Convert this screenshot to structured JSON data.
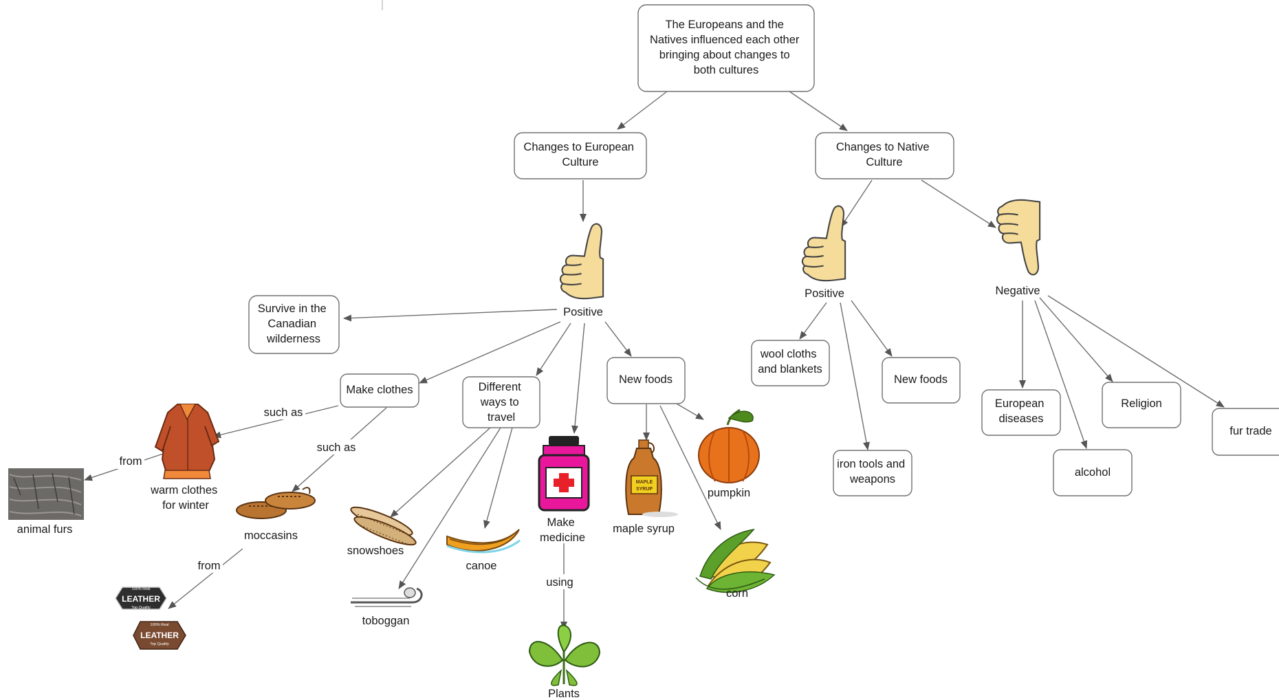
{
  "colors": {
    "box_border": "#707070",
    "line": "#6e6e6e",
    "text": "#1a1a1a",
    "thumb_fill": "#f6dc9a",
    "thumb_stroke": "#444444",
    "coat": "#c0502a",
    "pumpkin": "#e8721c",
    "syrup": "#c9782c",
    "medicine": "#e8179b",
    "canoe": "#f0a020",
    "plant": "#7fbf3a",
    "corn": "#f2d24a",
    "fur": "#6c6a66",
    "leather_dark": "#2e2e2e",
    "leather_brown": "#7a4a30"
  },
  "nodes": {
    "root": [
      "The Europeans and the",
      "Natives influenced each other",
      "bringing about changes to",
      "both cultures"
    ],
    "changes_european": [
      "Changes to European",
      "Culture"
    ],
    "changes_native": [
      "Changes to Native",
      "Culture"
    ],
    "survive": [
      "Survive in the",
      "Canadian",
      "wilderness"
    ],
    "make_clothes": [
      "Make clothes"
    ],
    "different_ways": [
      "Different",
      "ways to",
      "travel"
    ],
    "new_foods_eu": [
      "New foods"
    ],
    "wool": [
      "wool cloths",
      "and blankets"
    ],
    "new_foods_na": [
      "New foods"
    ],
    "iron_tools": [
      "iron tools and",
      "weapons"
    ],
    "european_diseases": [
      "European",
      "diseases"
    ],
    "alcohol": [
      "alcohol"
    ],
    "religion": [
      "Religion"
    ],
    "fur_trade": [
      "fur trade"
    ]
  },
  "labels": {
    "positive_eu": "Positive",
    "positive_na": "Positive",
    "negative_na": "Negative",
    "such_as_1": "such as",
    "such_as_2": "such as",
    "from_1": "from",
    "from_2": "from",
    "using": "using"
  },
  "images": {
    "warm_clothes": [
      "warm clothes",
      "for winter"
    ],
    "animal_furs": [
      "animal furs"
    ],
    "moccasins": [
      "moccasins"
    ],
    "leather_top": [
      "100% Real",
      "LEATHER",
      "Top Quality"
    ],
    "leather_bottom": [
      "100% Real",
      "LEATHER",
      "Top Quality"
    ],
    "snowshoes": [
      "snowshoes"
    ],
    "toboggan": [
      "toboggan"
    ],
    "canoe": [
      "canoe"
    ],
    "medicine": [
      "Make",
      "medicine"
    ],
    "plants": [
      "Plants"
    ],
    "maple_syrup": [
      "maple syrup"
    ],
    "syrup_label": [
      "MAPLE",
      "SYRUP"
    ],
    "pumpkin": [
      "pumpkin"
    ],
    "corn": [
      "corn"
    ]
  }
}
